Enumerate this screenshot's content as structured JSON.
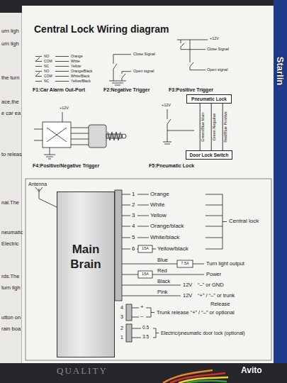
{
  "diagram": {
    "title": "Central Lock Wiring diagram",
    "nodes": [
      {
        "text": [
          "Main Brain"
        ]
      },
      {
        "text": [
          "Pneumatic Lock"
        ]
      },
      {
        "text": [
          "Door Lock Switch"
        ]
      }
    ],
    "edges": [
      {
        "from": 1,
        "to": 2,
        "arrow": "none",
        "label": "Green/Blue Main"
      },
      {
        "from": 1,
        "to": 2,
        "arrow": "none",
        "label": "Green Negative"
      },
      {
        "from": 1,
        "to": 2,
        "arrow": "none",
        "label": "Red/Blue Positive"
      }
    ],
    "labels": [
      "NO",
      "COM",
      "NC",
      "NO",
      "COM",
      "NC",
      "Orange",
      "White",
      "Yellow",
      "Orange/Black",
      "White/Black",
      "Yellow/Black",
      "F1:Car Alarm Out-Port",
      "Close Signal",
      "Open signal",
      "F2:Negative Trigger",
      "+12V",
      "Close Signal",
      "Open signal",
      "F3:Positive Trigger",
      "+12V",
      "F4:Positive/Negative Trigger",
      "+12V",
      "F5:Pneumatic Lock",
      "Antenna",
      "1",
      "2",
      "3",
      "4",
      "5",
      "6",
      "Orange",
      "White",
      "Yellow",
      "Orange/black",
      "White/black",
      "Yellow/black",
      "15A",
      "Blue",
      "15A",
      "Red",
      "7.5A",
      "Turn light output",
      "Power",
      "Black",
      "12V",
      "“–” or GND",
      "Pink",
      "12V",
      "“+” / “–” or trunk",
      "Release",
      "4",
      "3",
      "+",
      "–",
      "Trunk release “+” / “–” or optional",
      "2",
      "1",
      "0.5",
      "3.5",
      "Electric/pneumatic door lock (optional)",
      "Central lock",
      "urn ligh",
      "urn ligh",
      "the turn",
      "ace,the",
      "e car ea",
      "to releas",
      "nal.The",
      "neumatic",
      "Electric",
      "rds.The",
      "turn ligh",
      "utton on",
      "rain boa",
      "QUALITY",
      "Avito",
      "Starlin"
    ]
  }
}
